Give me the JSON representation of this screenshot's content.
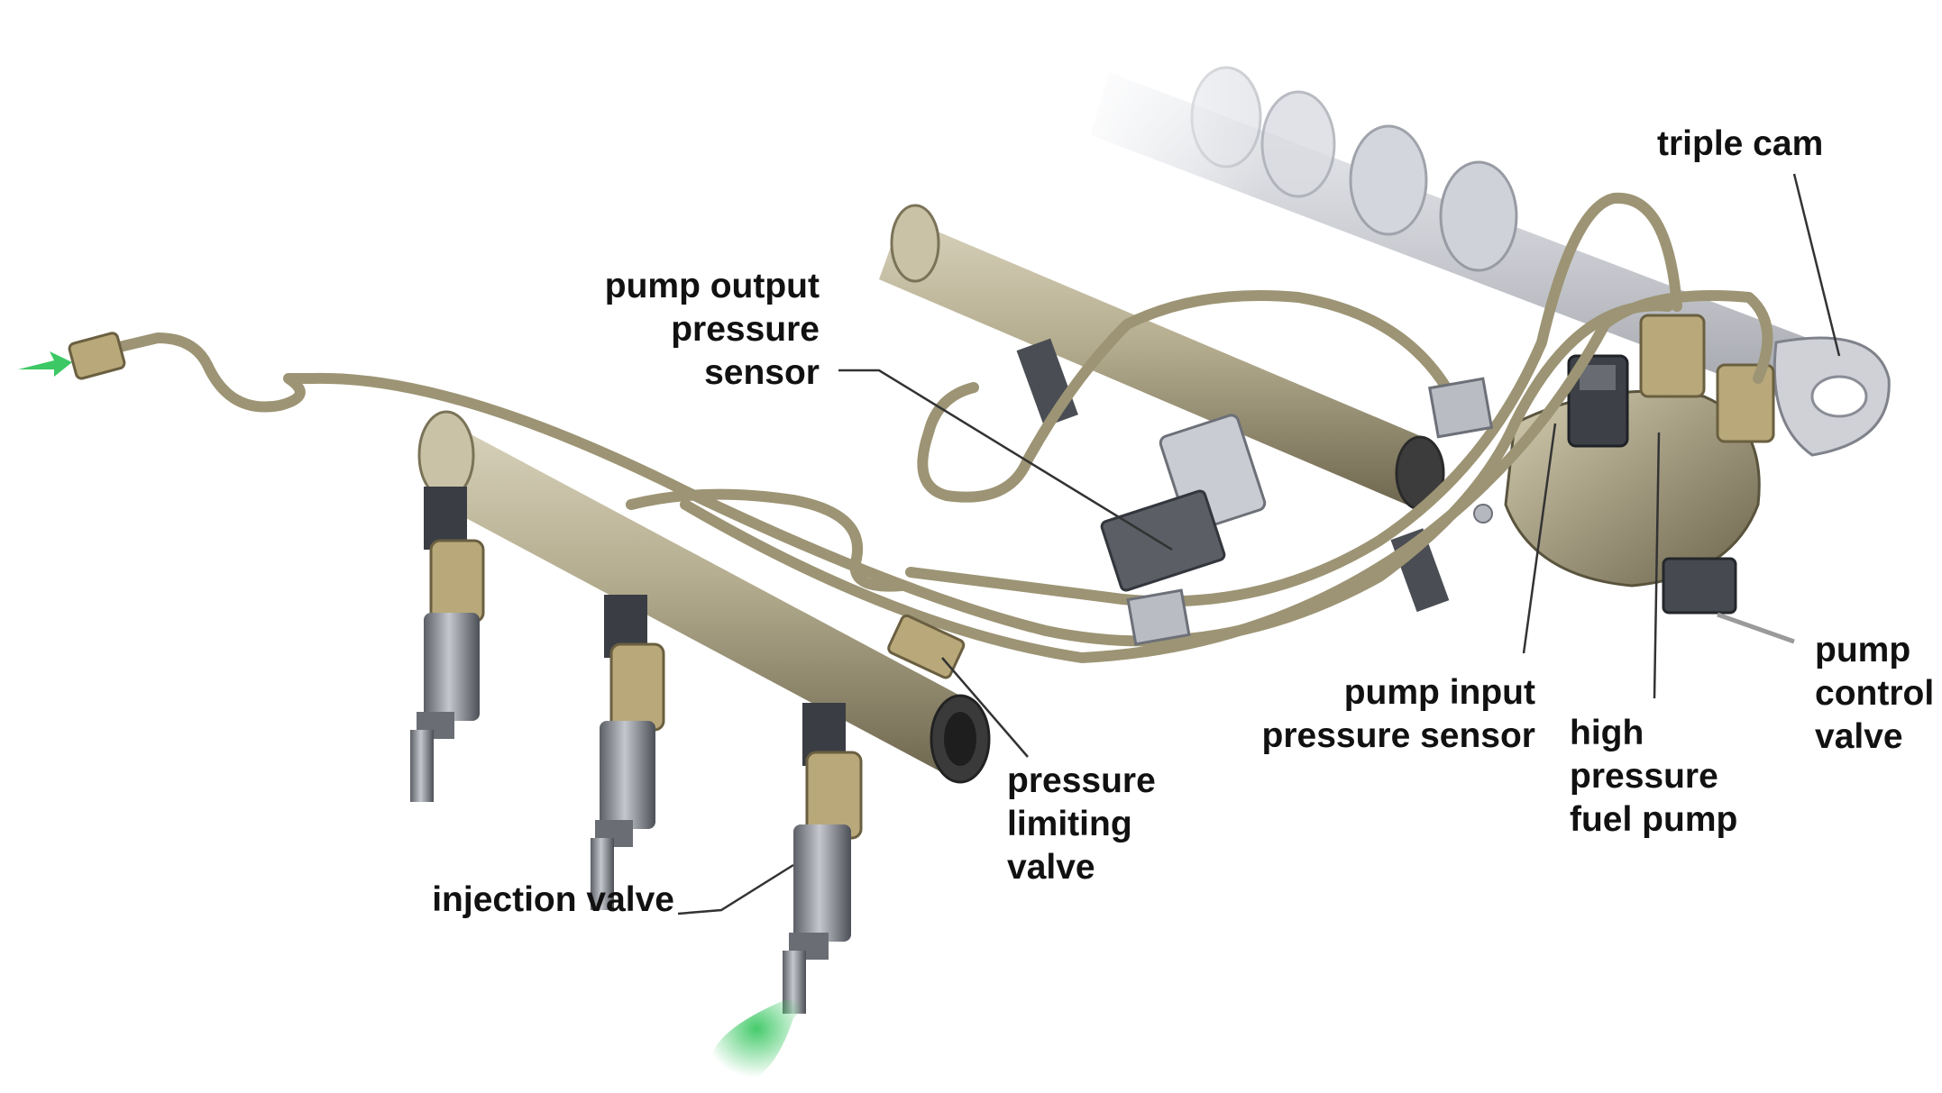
{
  "labels": {
    "triple_cam": [
      "triple cam"
    ],
    "pump_output_pressure_sensor": [
      "pump output",
      "pressure",
      "sensor"
    ],
    "pump_control_valve": [
      "pump",
      "control",
      "valve"
    ],
    "pump_input_pressure_sensor": [
      "pump input",
      "pressure sensor"
    ],
    "high_pressure_fuel_pump": [
      "high",
      "pressure",
      "fuel pump"
    ],
    "pressure_limiting_valve": [
      "pressure",
      "limiting",
      "valve"
    ],
    "injection_valve": [
      "injection valve"
    ]
  },
  "colors": {
    "tube": "#9c9474",
    "rail": "#b8b094",
    "spray": "#3cc864",
    "leader": "#333333"
  }
}
